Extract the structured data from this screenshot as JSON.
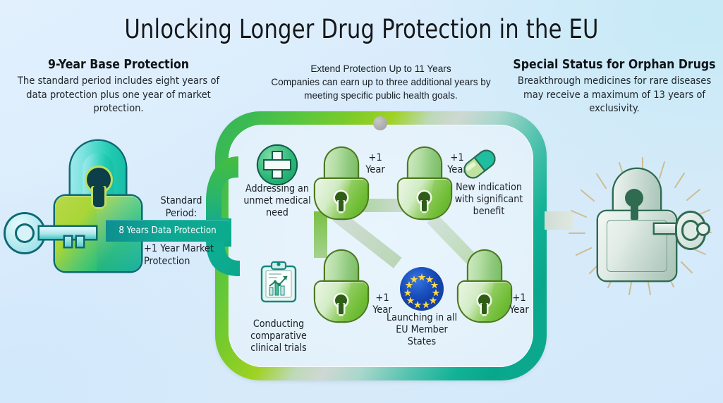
{
  "title": "Unlocking Longer Drug Protection in the EU",
  "left_block": {
    "heading": "9-Year Base Protection",
    "body": "The standard period includes eight years of data protection plus one year of market protection."
  },
  "center_block": {
    "heading": "Extend Protection Up to 11 Years",
    "body": "Companies can earn up to three additional years by meeting specific public health goals."
  },
  "right_block": {
    "heading": "Special Status for Orphan Drugs",
    "body": "Breakthrough medicines for rare diseases may receive a maximum of 13 years of exclusivity."
  },
  "base_lock": {
    "standard_label": "Standard Period:",
    "data_bar": "8 Years Data Protection",
    "market_label": "+1 Year Market Protection"
  },
  "extensions": [
    {
      "id": "unmet-medical-need",
      "icon": "medical-cross-icon",
      "caption": "Addressing an unmet medical need",
      "badge": "+1 Year"
    },
    {
      "id": "new-indication",
      "icon": "pill-capsule-icon",
      "caption": "New indication with significant benefit",
      "badge": "+1 Year"
    },
    {
      "id": "comparative-trials",
      "icon": "clipboard-chart-icon",
      "caption": "Conducting comparative clinical trials",
      "badge": "+1 Year"
    },
    {
      "id": "eu-launch",
      "icon": "eu-flag-icon",
      "caption": "Launching in all EU Member States",
      "badge": "+1 Year"
    }
  ],
  "colors": {
    "background": "#d9ecfc",
    "ring_green": "#57c63f",
    "ring_teal": "#0fa98f",
    "data_bar_teal": "#0fa694",
    "lock_green": "#6fbd34",
    "orphan_silver": "#cfdfd7",
    "eu_blue": "#1c54c4",
    "eu_star": "#ffd94a",
    "title_text": "#14181c"
  }
}
